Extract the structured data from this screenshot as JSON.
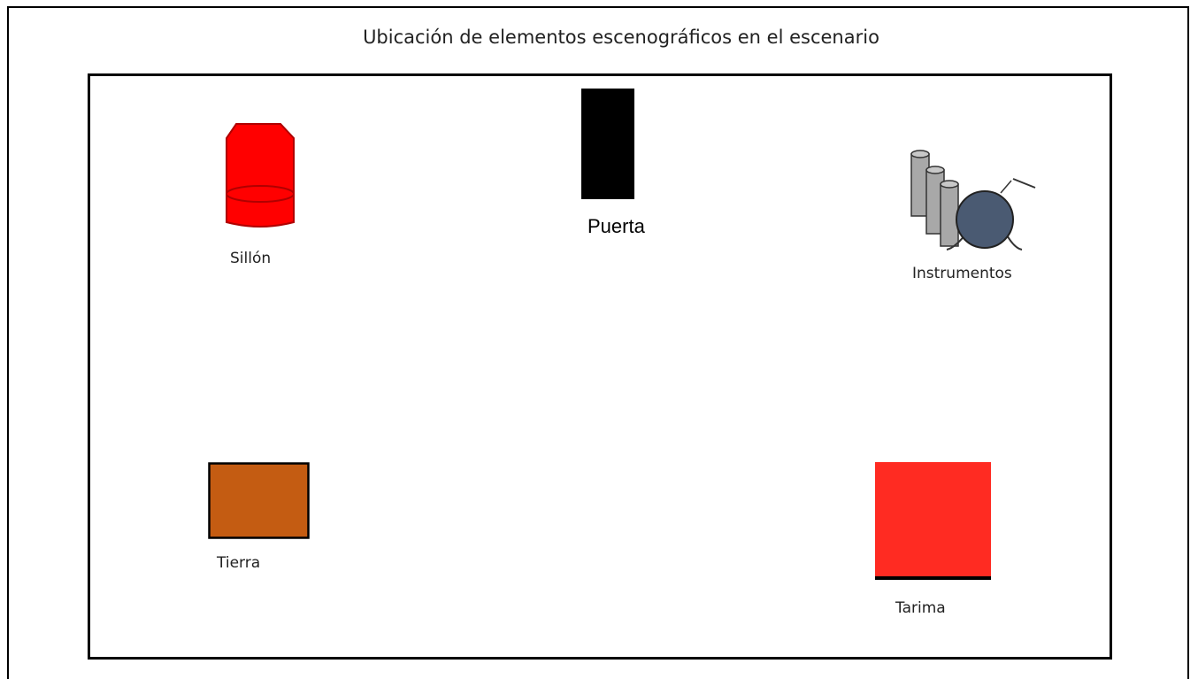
{
  "title": "Ubicación de elementos escenográficos en el escenario",
  "elements": {
    "sillon": {
      "label": "Sillón",
      "color": "#ff0000"
    },
    "puerta": {
      "label": "Puerta",
      "color": "#000000"
    },
    "instrumentos": {
      "label": "Instrumentos",
      "color": "#4a5a72"
    },
    "tierra": {
      "label": "Tierra",
      "color": "#c45c12"
    },
    "tarima": {
      "label": "Tarima",
      "color": "#ff2b22"
    }
  }
}
